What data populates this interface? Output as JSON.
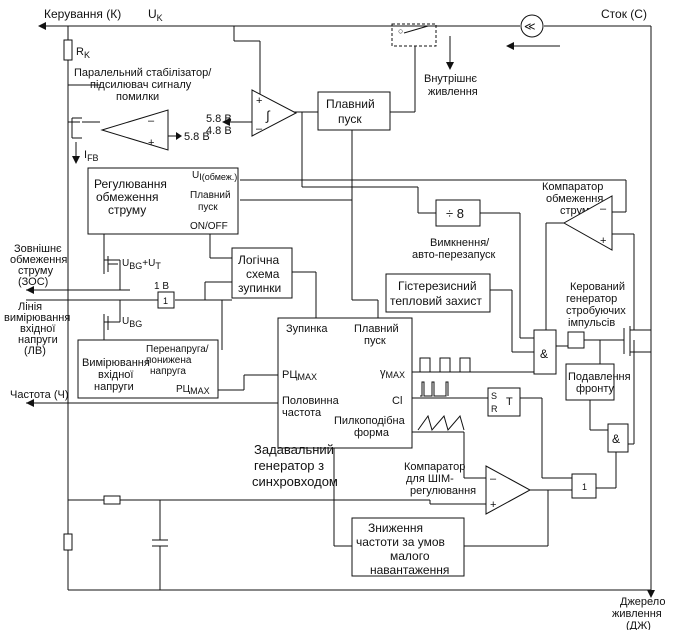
{
  "pins": {
    "control": "Керування (К)",
    "drain": "Сток (С)",
    "external_current_limit": [
      "Зовнішнє",
      "обмеження",
      "струму",
      "(ЗОС)"
    ],
    "input_voltage_line": [
      "Лінія",
      "вимірювання",
      "вхідної",
      "напруги",
      "(ЛВ)"
    ],
    "frequency": "Частота (Ч)",
    "source": [
      "Джерело",
      "живлення",
      "(ДЖ)"
    ]
  },
  "signals": {
    "uk": "U",
    "uk_sub": "K",
    "rk": "R",
    "rk_sub": "K",
    "ifb": "I",
    "ifb_sub": "FB",
    "v58_right": "5.8 В",
    "v58_left": "5.8 В",
    "v48_left": "4.8 В",
    "ubg_ut": "U",
    "ubg_ut_sub1": "BG",
    "ubg_ut_mid": "+U",
    "ubg_ut_sub2": "T",
    "ubg": "U",
    "ubg_sub": "BG",
    "one_v": "1 В",
    "one": "1"
  },
  "blocks": {
    "shunt_regulator": [
      "Паралельний стабілізатор/",
      "підсилювач сигналу",
      "помилки"
    ],
    "internal_supply": [
      "Внутрішнє",
      "живлення"
    ],
    "soft_start": [
      "Плавний",
      "пуск"
    ],
    "current_limit": {
      "title": [
        "Регулювання",
        "обмеження",
        "струму"
      ],
      "u_lim": "U",
      "u_lim_sub": "I(обмеж.)",
      "soft_start": [
        "Плавний",
        "пуск"
      ],
      "on_off": "ON/OFF"
    },
    "divider": "÷ 8",
    "auto_restart": [
      "Вимкнення/",
      "авто-перезапуск"
    ],
    "limit_comparator": [
      "Компаратор",
      "обмеження",
      "струму"
    ],
    "logic_stop": [
      "Логічна",
      "схема",
      "зупинки"
    ],
    "thermal": [
      "Гістерезисний",
      "тепловий захист"
    ],
    "gate_generator": [
      "Керований",
      "генератор",
      "стробуючих",
      "імпульсів"
    ],
    "input_measure": {
      "title": [
        "Вимірювання",
        "вхідної",
        "напруги"
      ],
      "ov_uv": [
        "Перенапруга/",
        "понижена",
        "напруга"
      ],
      "dmax": "РЦ",
      "dmax_sub": "MAX"
    },
    "oscillator": {
      "stop": "Зупинка",
      "soft_start": [
        "Плавний",
        "пуск"
      ],
      "dmax": "РЦ",
      "dmax_sub": "MAX",
      "gamma": "γ",
      "gamma_sub": "MAX",
      "half_freq": [
        "Половинна",
        "частота"
      ],
      "cl": "Cl",
      "sawtooth": [
        "Пилкоподібна",
        "форма"
      ]
    },
    "osc_caption": [
      "Задавальний",
      "генератор з",
      "синхровходом"
    ],
    "leading_edge": [
      "Подавлення",
      "фронту"
    ],
    "pwm_comparator": [
      "Компаратор",
      "для ШІМ-",
      "регулювання"
    ],
    "light_load": [
      "Зниження",
      "частоти за умов",
      "малого",
      "навантаження"
    ],
    "gates": {
      "and": "&",
      "or": "1"
    },
    "flipflop": {
      "s": "S",
      "r": "R",
      "t": "T"
    },
    "schmitt": "∫"
  }
}
